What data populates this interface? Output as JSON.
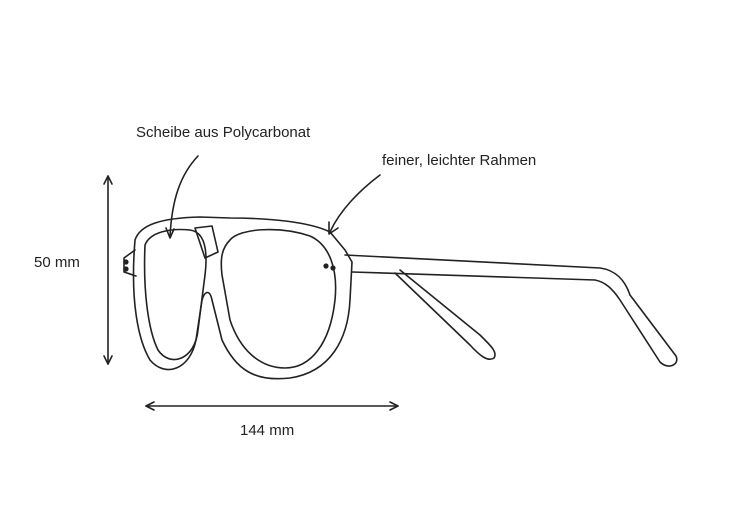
{
  "labels": {
    "lens": "Scheibe aus Polycarbonat",
    "frame": "feiner, leichter Rahmen",
    "height": "50 mm",
    "width": "144 mm"
  }
}
